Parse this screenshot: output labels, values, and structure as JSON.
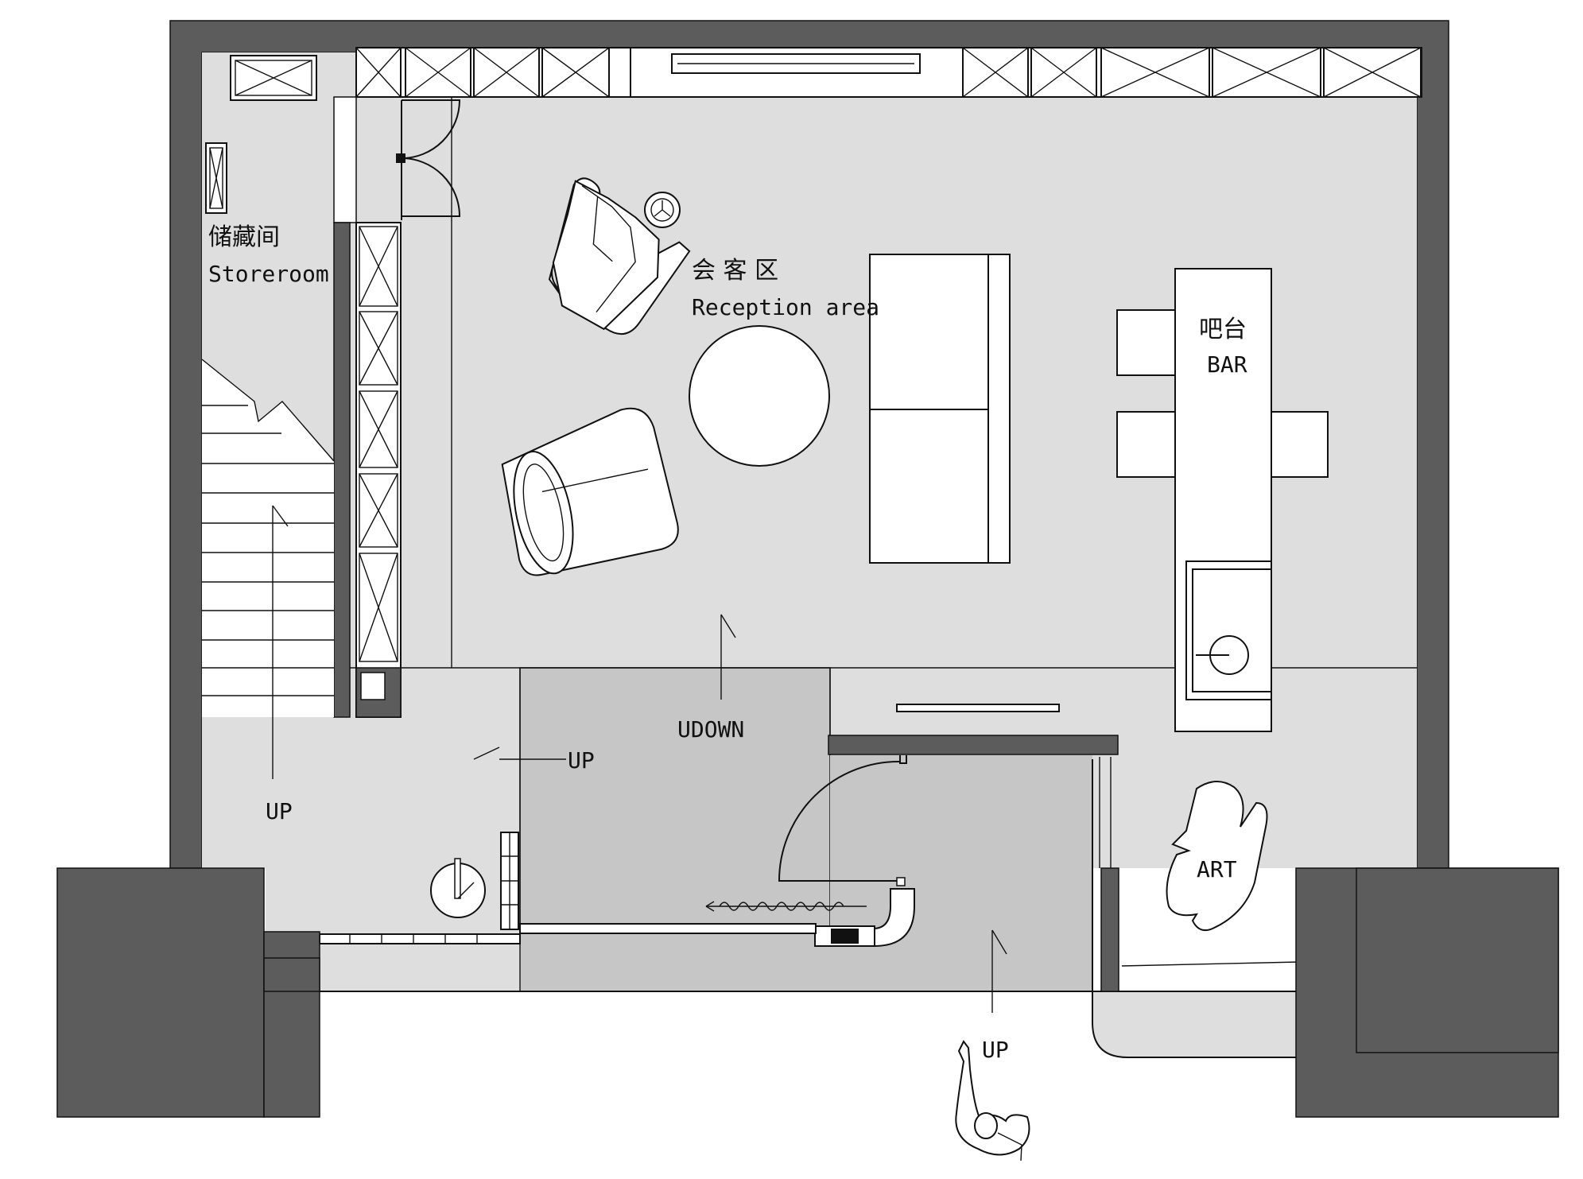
{
  "labels": {
    "storeroom_cn": "储藏间",
    "storeroom_en": "Storeroom",
    "reception_cn": "会 客 区",
    "reception_en": "Reception area",
    "bar_cn": "吧台",
    "bar_en": "BAR",
    "art": "ART",
    "udown": "UDOWN",
    "up_mid": "UP",
    "up_stairs": "UP",
    "up_entry": "UP"
  },
  "colors": {
    "wall": "#5c5c5c",
    "floor_light": "#dedede",
    "floor_mid": "#c6c6c6",
    "line": "#111111",
    "furniture": "#ffffff"
  }
}
